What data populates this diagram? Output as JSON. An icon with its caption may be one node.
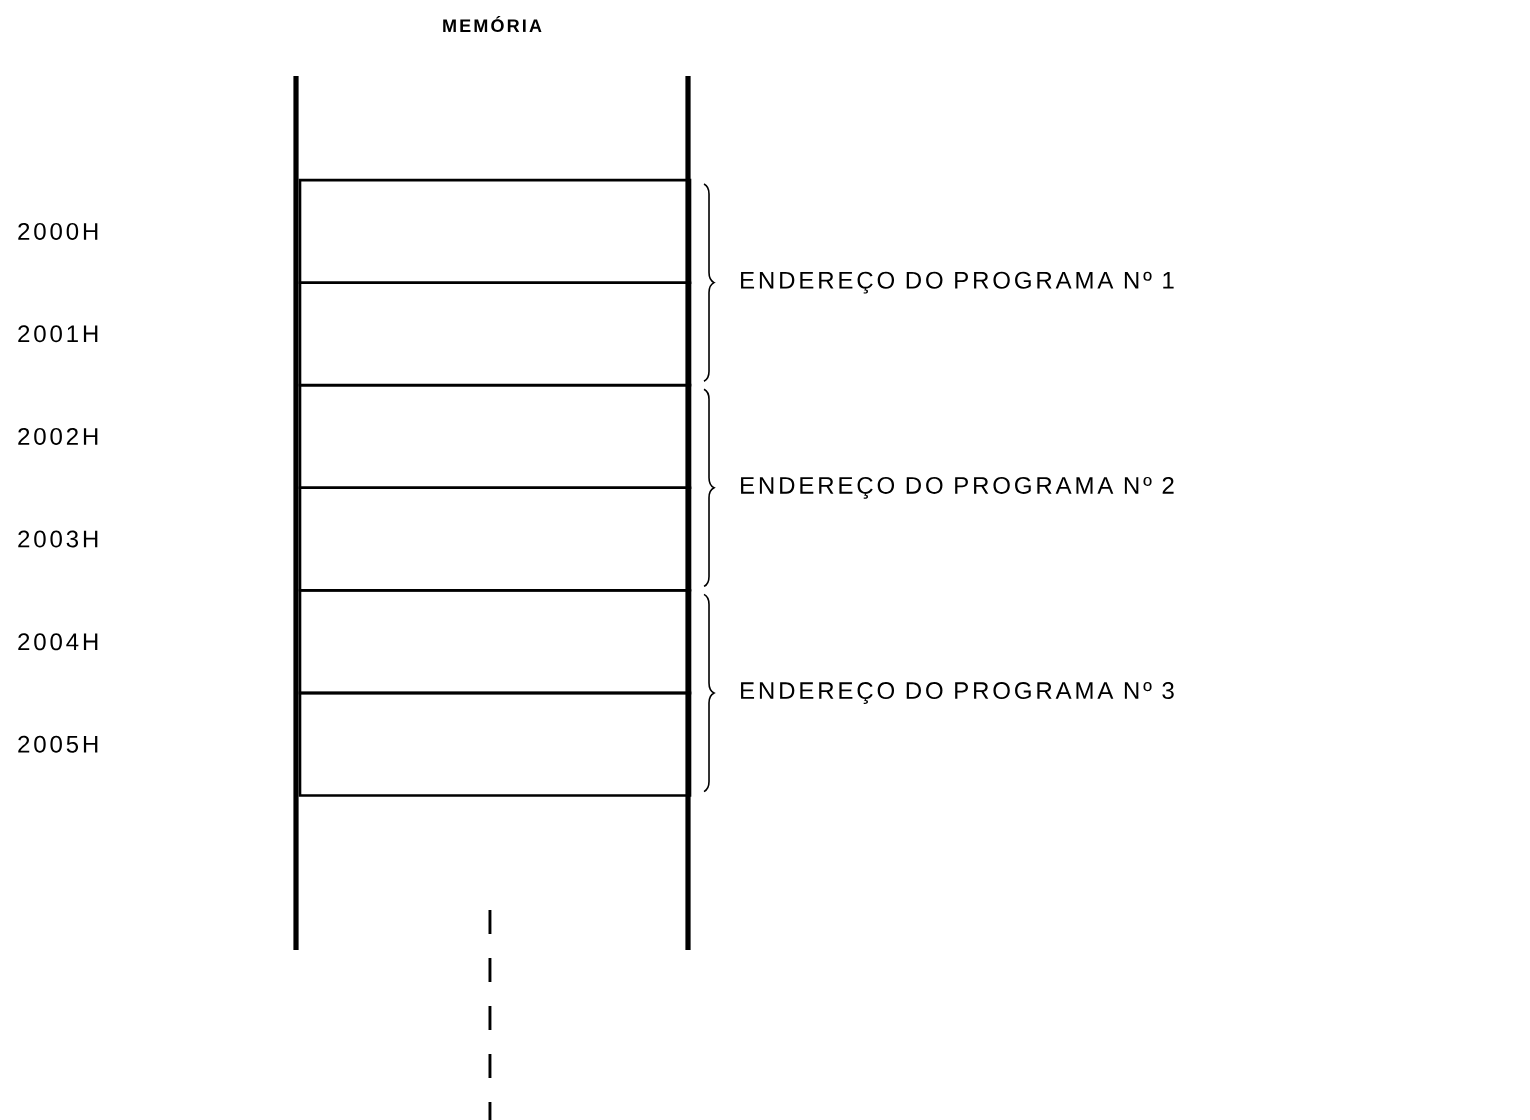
{
  "diagram": {
    "title": "MEMÓRIA",
    "nodes": [
      {
        "text": [],
        "shape": "box"
      },
      {
        "text": [],
        "shape": "box"
      },
      {
        "text": [],
        "shape": "box"
      },
      {
        "text": [],
        "shape": "box"
      },
      {
        "text": [],
        "shape": "box"
      },
      {
        "text": [],
        "shape": "box"
      }
    ],
    "labels": [
      "2000H",
      "ENDEREÇO DO PROGRAMA Nº 1",
      "2001H",
      "2002H",
      "ENDEREÇO DO PROGRAMA Nº 2",
      "2003H",
      "2004H",
      "ENDEREÇO DO PROGRAMA Nº 3",
      "2005H"
    ]
  }
}
